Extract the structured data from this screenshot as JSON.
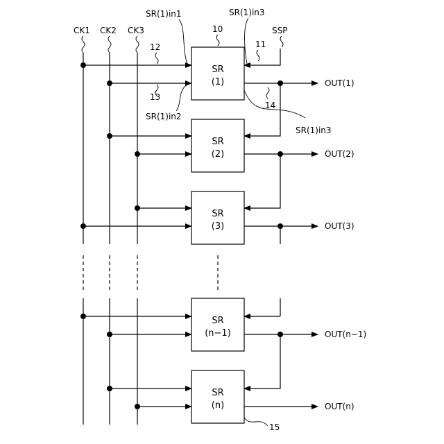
{
  "clocks": [
    "CK1",
    "CK2",
    "CK3"
  ],
  "start_pulse": "SSP",
  "stages": [
    {
      "label": "SR",
      "index": "(1)",
      "output": "OUT(1)"
    },
    {
      "label": "SR",
      "index": "(2)",
      "output": "OUT(2)"
    },
    {
      "label": "SR",
      "index": "(3)",
      "output": "OUT(3)"
    },
    {
      "label": "SR",
      "index": "(n−1)",
      "output": "OUT(n−1)"
    },
    {
      "label": "SR",
      "index": "(n)",
      "output": "OUT(n)"
    }
  ],
  "annotations": {
    "in1": "SR(1)in1",
    "in3_top": "SR(1)in3",
    "in2": "SR(1)in2",
    "in3_right": "SR(1)in3",
    "ref10": "10",
    "ref11": "11",
    "ref12": "12",
    "ref13": "13",
    "ref14": "14",
    "ref15": "15"
  }
}
